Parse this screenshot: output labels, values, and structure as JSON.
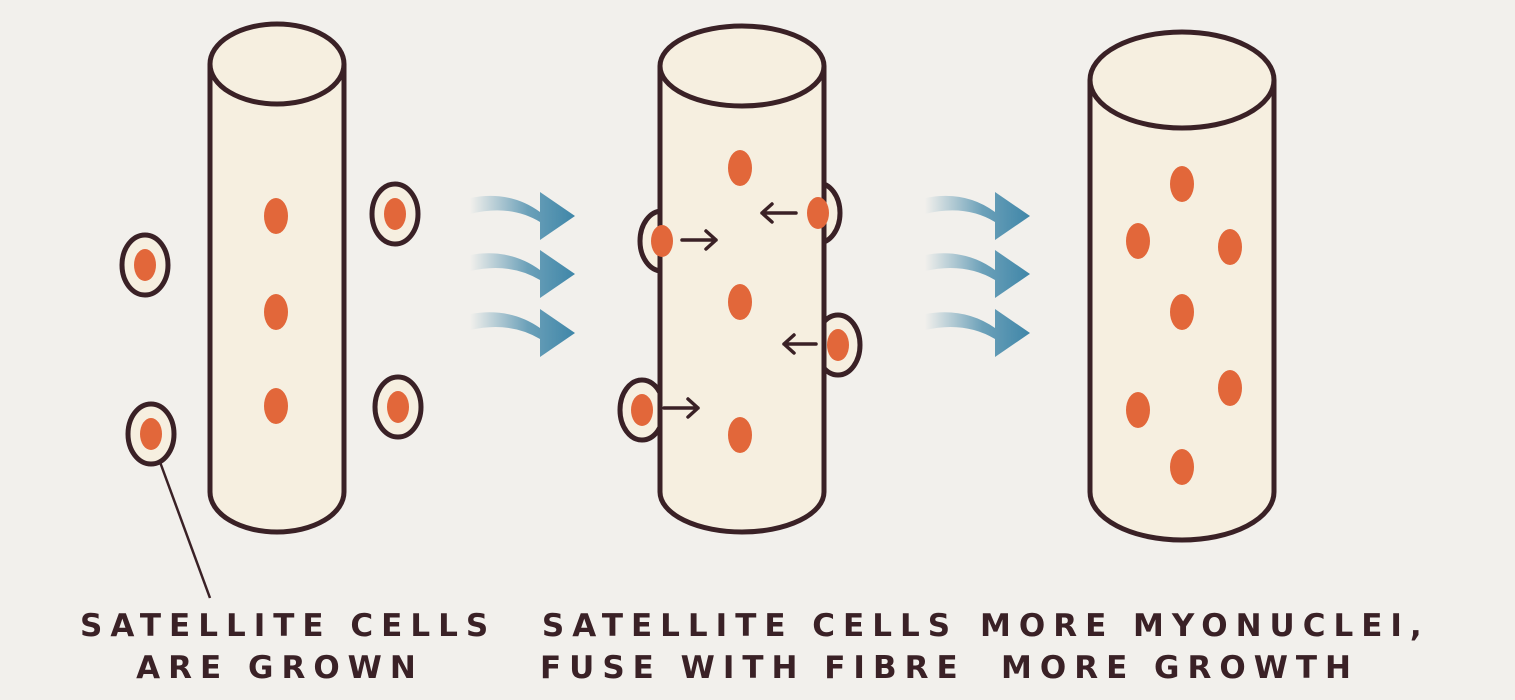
{
  "colors": {
    "outline": "#3a2126",
    "cell_fill": "#f6efe0",
    "nucleus": "#e2673a",
    "flow_arrow": "#3f86a8",
    "background": "#f2f0ec"
  },
  "icons": [
    "muscle-fibre-cylinder",
    "satellite-cell",
    "nucleus",
    "flow-arrow",
    "fusion-arrow"
  ],
  "stages": [
    {
      "caption_lines": [
        "SATELLITE CELLS",
        "ARE GROWN"
      ]
    },
    {
      "caption_lines": [
        "SATELLITE CELLS",
        "FUSE WITH FIBRE"
      ]
    },
    {
      "caption_lines": [
        "MORE MYONUCLEI,",
        "MORE GROWTH"
      ]
    }
  ]
}
